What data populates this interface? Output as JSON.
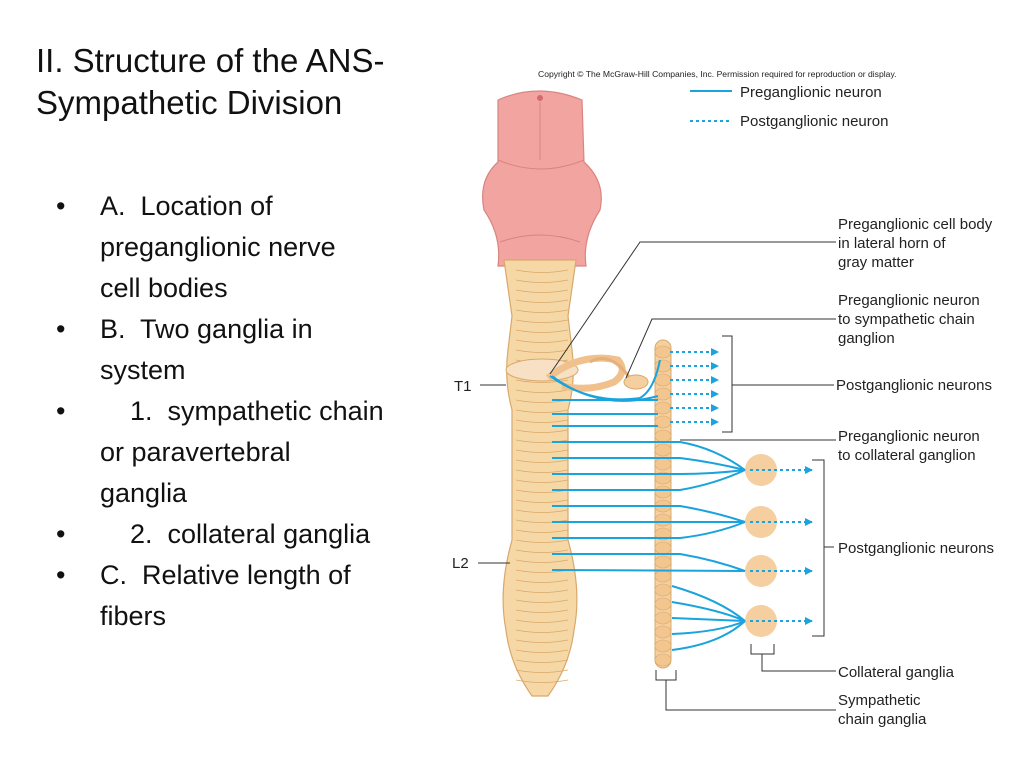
{
  "slide": {
    "title_lines": [
      "II.  Structure of the ANS-",
      "Sympathetic Division"
    ],
    "bullets": [
      {
        "mark": "•",
        "lines": [
          "A.  Location of",
          "preganglionic nerve",
          "cell bodies"
        ]
      },
      {
        "mark": "•",
        "lines": [
          "B.  Two ganglia in",
          "system"
        ]
      },
      {
        "mark": "•",
        "lines": [
          "    1.  sympathetic chain",
          "or paravertebral",
          "ganglia"
        ]
      },
      {
        "mark": "•",
        "lines": [
          "    2.  collateral ganglia"
        ]
      },
      {
        "mark": "•",
        "lines": [
          "C.  Relative length of",
          "fibers"
        ]
      }
    ]
  },
  "figure": {
    "copyright": "Copyright © The McGraw-Hill Companies, Inc. Permission required for reproduction or display.",
    "legend": {
      "preganglionic": "Preganglionic neuron",
      "postganglionic": "Postganglionic neuron"
    },
    "labels": {
      "cell_body": [
        "Preganglionic cell body",
        "in lateral horn of",
        "gray matter"
      ],
      "pre_to_chain": [
        "Preganglionic neuron",
        "to sympathetic chain",
        "ganglion"
      ],
      "post_upper": "Postganglionic neurons",
      "pre_to_collateral": [
        "Preganglionic neuron",
        "to collateral ganglion"
      ],
      "post_lower": "Postganglionic neurons",
      "collateral_ganglia": "Collateral ganglia",
      "chain_ganglia": [
        "Sympathetic",
        "chain ganglia"
      ],
      "t1": "T1",
      "l2": "L2"
    },
    "colors": {
      "neuron": "#1aa3dc",
      "cord": "#f6d8a6",
      "cord_line": "#d9a86a",
      "brainstem": "#f2a5a0",
      "ganglion": "#f5cfa0",
      "leader": "#333333"
    }
  }
}
